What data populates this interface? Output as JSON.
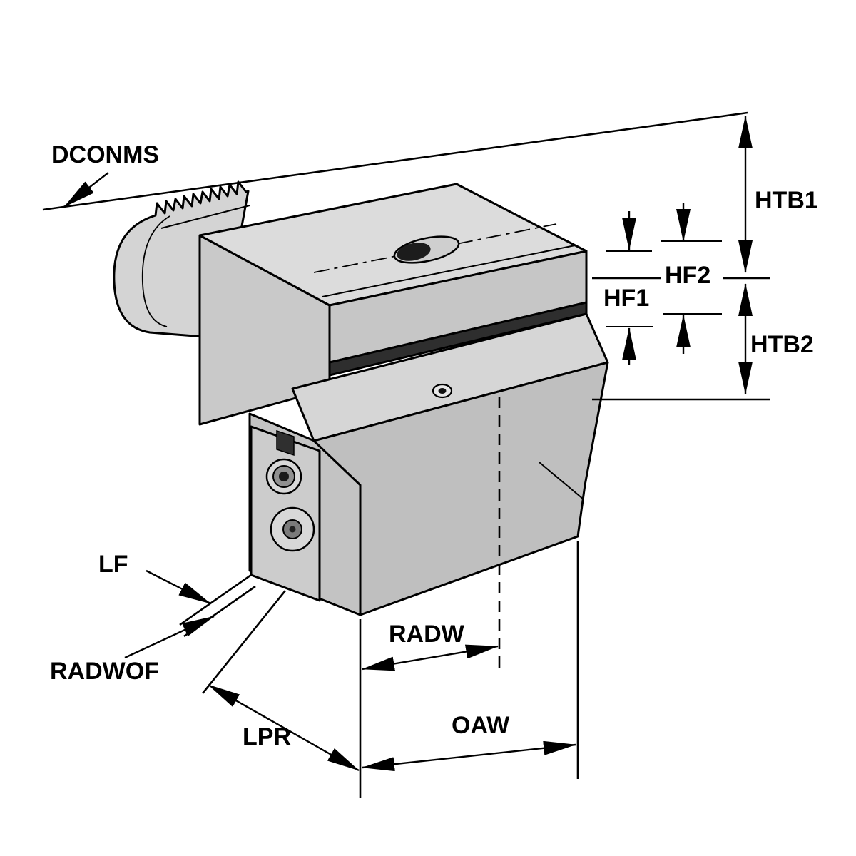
{
  "diagram": {
    "type": "technical-drawing",
    "subject": "radial-toolholder-isometric-view",
    "colors": {
      "background": "#ffffff",
      "ink": "#000000",
      "face_light": "#dcdcdc",
      "face_mid": "#c6c6c6",
      "face_dark": "#2e2e2e"
    },
    "labels": {
      "dconms": "DCONMS",
      "htb1": "HTB1",
      "hf2": "HF2",
      "hf1": "HF1",
      "htb2": "HTB2",
      "lf": "LF",
      "radwof": "RADWOF",
      "radw": "RADW",
      "lpr": "LPR",
      "oaw": "OAW"
    }
  }
}
